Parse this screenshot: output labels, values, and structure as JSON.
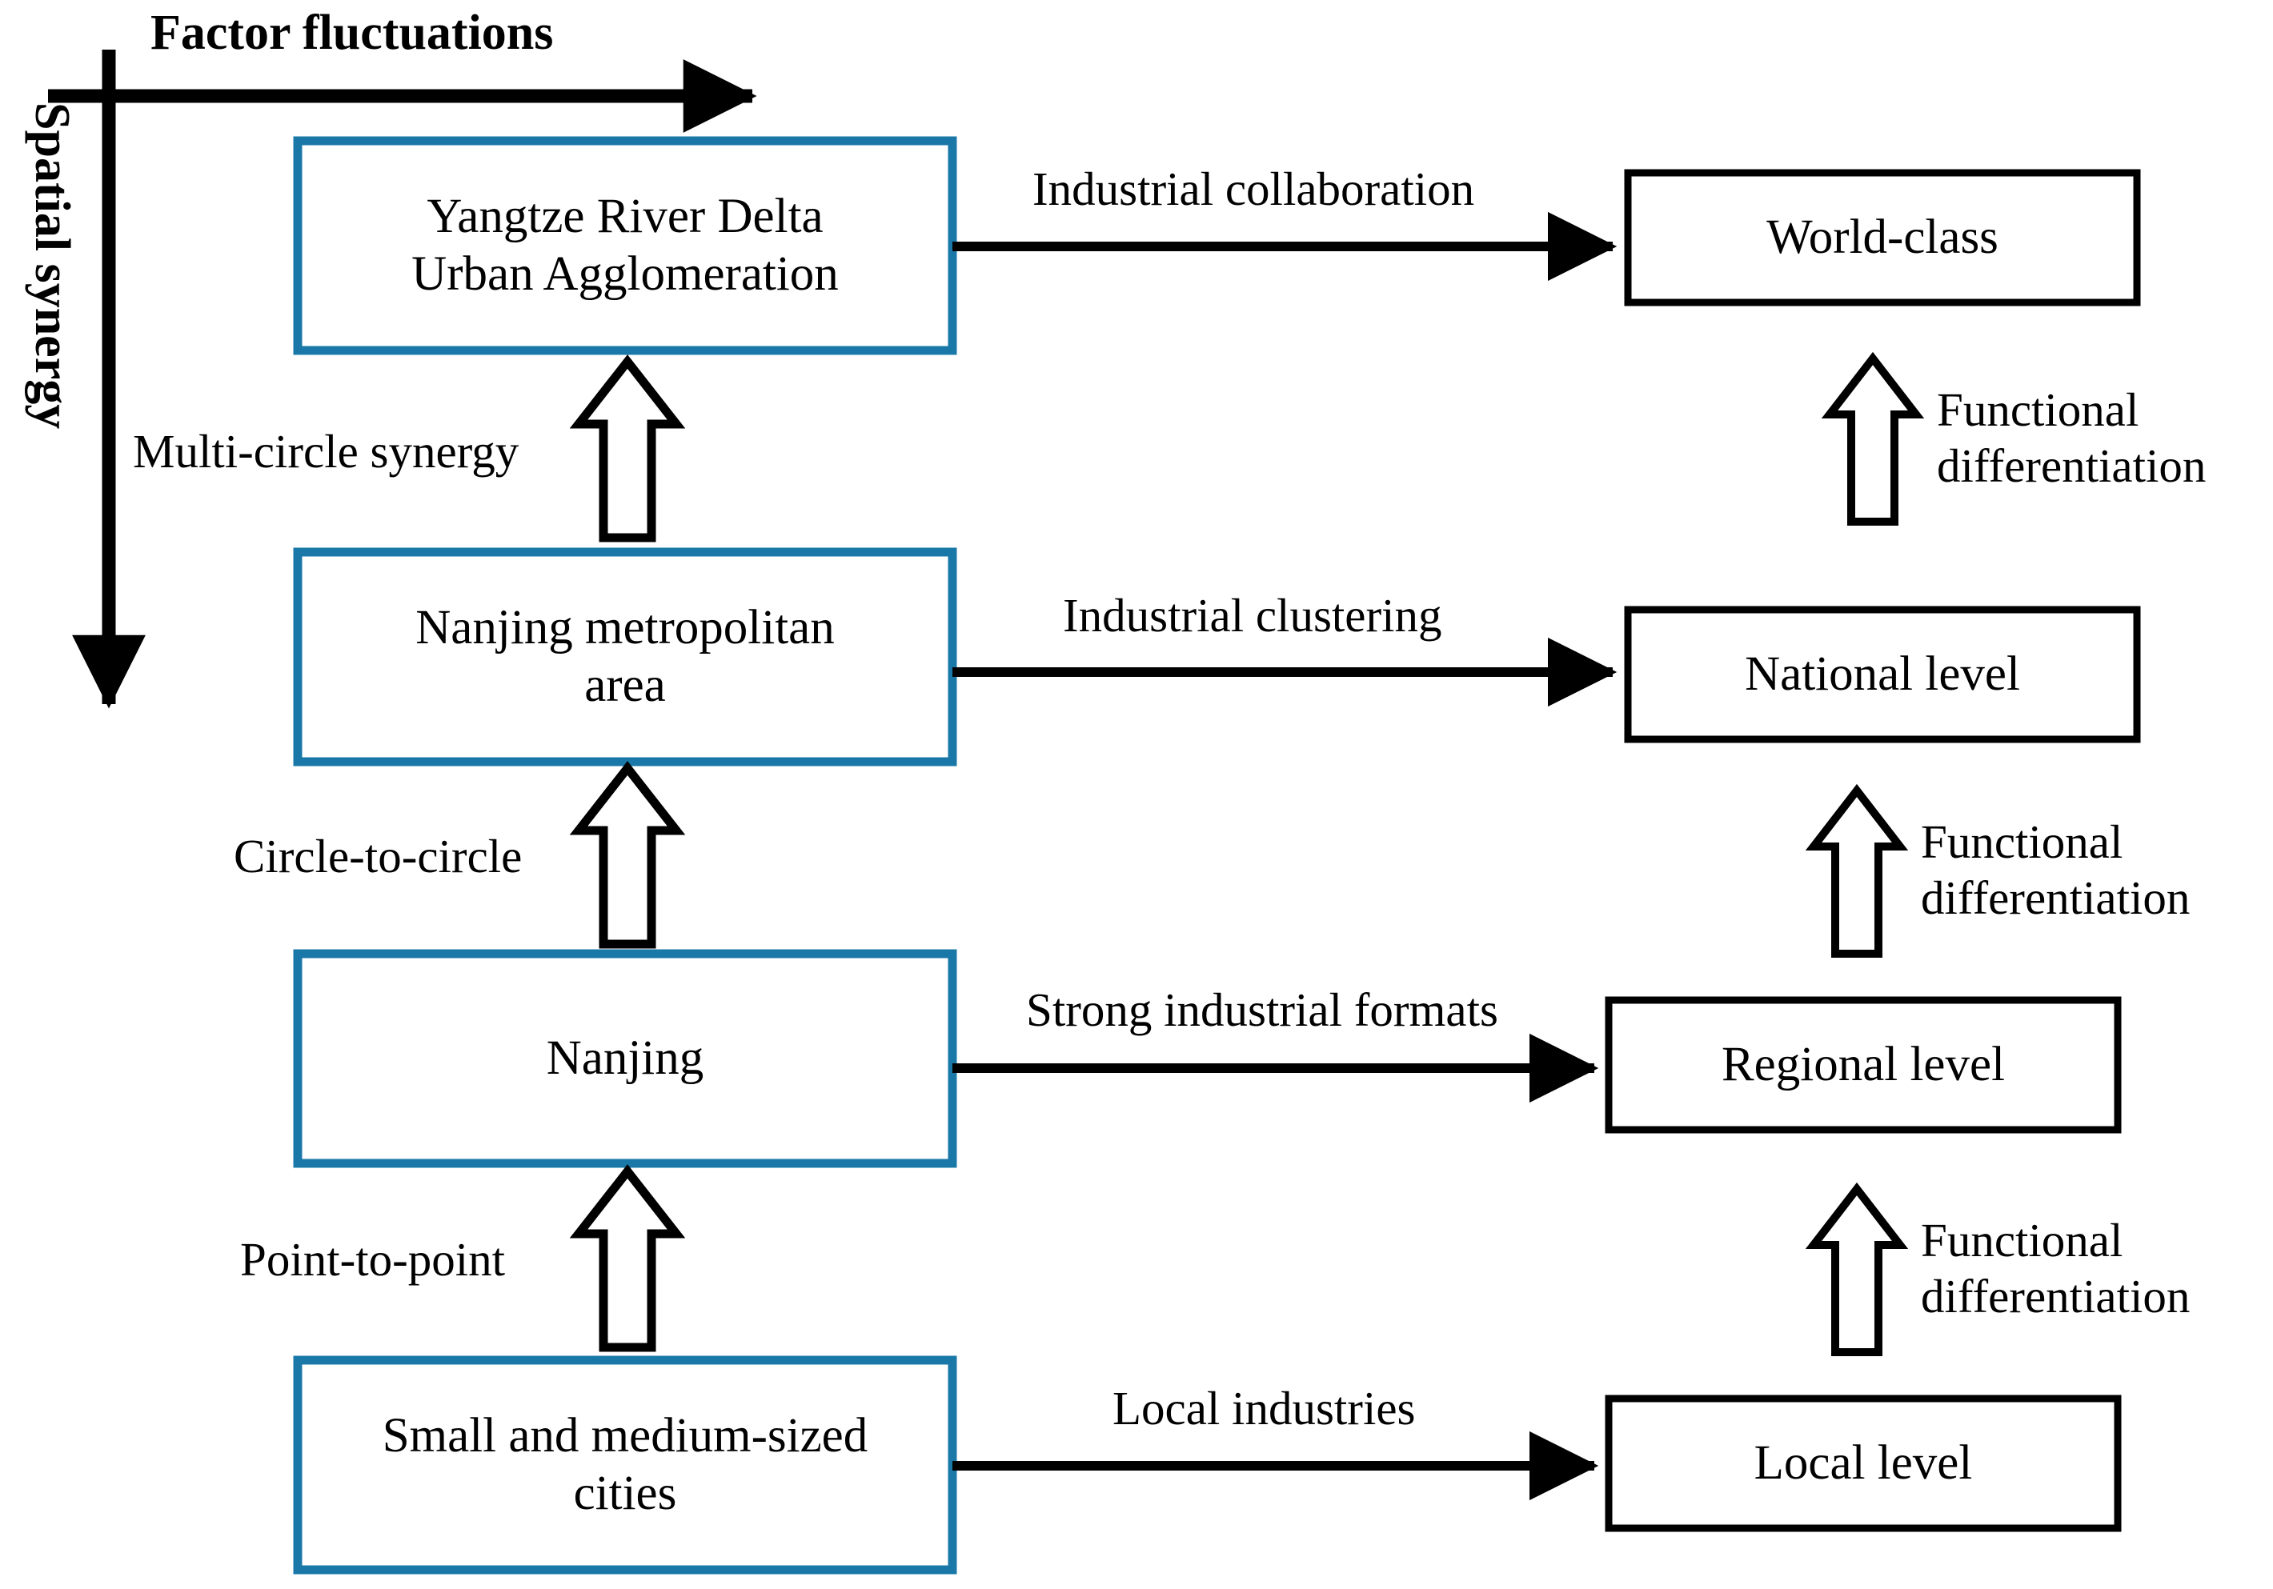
{
  "figure": {
    "axes": {
      "horizontal_label": "Factor fluctuations",
      "vertical_label": "Spatial synergy"
    },
    "colors": {
      "blue_border": "#1a78a8",
      "black_border": "#000000",
      "text": "#000000",
      "background": "#ffffff"
    },
    "spatial_boxes": [
      {
        "id": "yangtze",
        "label": "Yangtze River Delta\nUrban Agglomeration"
      },
      {
        "id": "nanjing-metro",
        "label": "Nanjing metropolitan\narea"
      },
      {
        "id": "nanjing",
        "label": "Nanjing"
      },
      {
        "id": "small-cities",
        "label": "Small and medium-sized\ncities"
      }
    ],
    "level_boxes": [
      {
        "id": "world-class",
        "label": "World-class"
      },
      {
        "id": "national-level",
        "label": "National level"
      },
      {
        "id": "regional-level",
        "label": "Regional level"
      },
      {
        "id": "local-level",
        "label": "Local level"
      }
    ],
    "horizontal_links": [
      {
        "id": "industrial-collaboration",
        "label": "Industrial collaboration"
      },
      {
        "id": "industrial-clustering",
        "label": "Industrial clustering"
      },
      {
        "id": "strong-industrial-formats",
        "label": "Strong industrial formats"
      },
      {
        "id": "local-industries",
        "label": "Local industries"
      }
    ],
    "left_vertical_links": [
      {
        "id": "multi-circle-synergy",
        "label": "Multi-circle synergy"
      },
      {
        "id": "circle-to-circle",
        "label": "Circle-to-circle"
      },
      {
        "id": "point-to-point",
        "label": "Point-to-point"
      }
    ],
    "right_vertical_links": [
      {
        "id": "functional-differentiation-top",
        "label": "Functional\ndifferentiation"
      },
      {
        "id": "functional-differentiation-middle",
        "label": "Functional\ndifferentiation"
      },
      {
        "id": "functional-differentiation-bottom",
        "label": "Functional\ndifferentiation"
      }
    ]
  },
  "chart_data": {
    "type": "diagram",
    "title": "",
    "xlabel": "Factor fluctuations",
    "ylabel": "Spatial synergy",
    "nodes": [
      {
        "id": "yangtze",
        "column": "spatial",
        "row": 1,
        "label": "Yangtze River Delta Urban Agglomeration",
        "border": "blue"
      },
      {
        "id": "nanjing-metro",
        "column": "spatial",
        "row": 2,
        "label": "Nanjing metropolitan area",
        "border": "blue"
      },
      {
        "id": "nanjing",
        "column": "spatial",
        "row": 3,
        "label": "Nanjing",
        "border": "blue"
      },
      {
        "id": "small-cities",
        "column": "spatial",
        "row": 4,
        "label": "Small and medium-sized cities",
        "border": "blue"
      },
      {
        "id": "world-class",
        "column": "level",
        "row": 1,
        "label": "World-class",
        "border": "black"
      },
      {
        "id": "national-level",
        "column": "level",
        "row": 2,
        "label": "National level",
        "border": "black"
      },
      {
        "id": "regional-level",
        "column": "level",
        "row": 3,
        "label": "Regional level",
        "border": "black"
      },
      {
        "id": "local-level",
        "column": "level",
        "row": 4,
        "label": "Local level",
        "border": "black"
      }
    ],
    "edges": [
      {
        "from": "yangtze",
        "to": "world-class",
        "label": "Industrial collaboration",
        "style": "solid-arrow"
      },
      {
        "from": "nanjing-metro",
        "to": "national-level",
        "label": "Industrial clustering",
        "style": "solid-arrow"
      },
      {
        "from": "nanjing",
        "to": "regional-level",
        "label": "Strong industrial formats",
        "style": "solid-arrow"
      },
      {
        "from": "small-cities",
        "to": "local-level",
        "label": "Local industries",
        "style": "solid-arrow"
      },
      {
        "from": "nanjing-metro",
        "to": "yangtze",
        "label": "Multi-circle synergy",
        "style": "block-arrow-up"
      },
      {
        "from": "nanjing",
        "to": "nanjing-metro",
        "label": "Circle-to-circle",
        "style": "block-arrow-up"
      },
      {
        "from": "small-cities",
        "to": "nanjing",
        "label": "Point-to-point",
        "style": "block-arrow-up"
      },
      {
        "from": "national-level",
        "to": "world-class",
        "label": "Functional differentiation",
        "style": "block-arrow-up"
      },
      {
        "from": "regional-level",
        "to": "national-level",
        "label": "Functional differentiation",
        "style": "block-arrow-up"
      },
      {
        "from": "local-level",
        "to": "regional-level",
        "label": "Functional differentiation",
        "style": "block-arrow-up"
      }
    ]
  }
}
